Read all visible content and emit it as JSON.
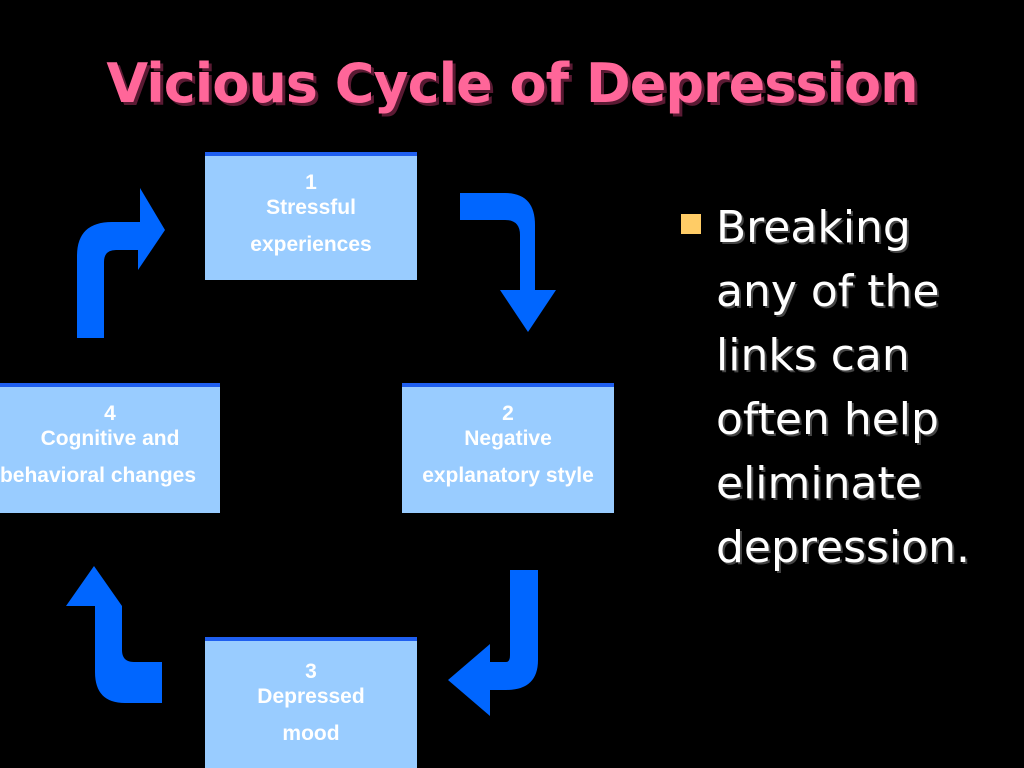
{
  "title": "Vicious Cycle of Depression",
  "colors": {
    "background": "#000000",
    "title": "#ff6699",
    "box_fill": "#99ccff",
    "box_border": "#1f5ff0",
    "arrow": "#0066ff",
    "bullet": "#ffcc66",
    "text": "#ffffff"
  },
  "cycle": {
    "steps": [
      {
        "num": "1",
        "line1": "Stressful",
        "line2": "experiences"
      },
      {
        "num": "2",
        "line1": "Negative",
        "line2": "explanatory style"
      },
      {
        "num": "3",
        "line1": "Depressed",
        "line2": "mood"
      },
      {
        "num": "4",
        "line1": "Cognitive and",
        "line2": "behavioral changes"
      }
    ],
    "arrow_icon": "curved-arrow-icon"
  },
  "bullet": {
    "icon": "square-bullet-icon",
    "lines": [
      "Breaking",
      "any of the",
      "links can",
      "often help",
      "eliminate",
      "depression."
    ]
  }
}
